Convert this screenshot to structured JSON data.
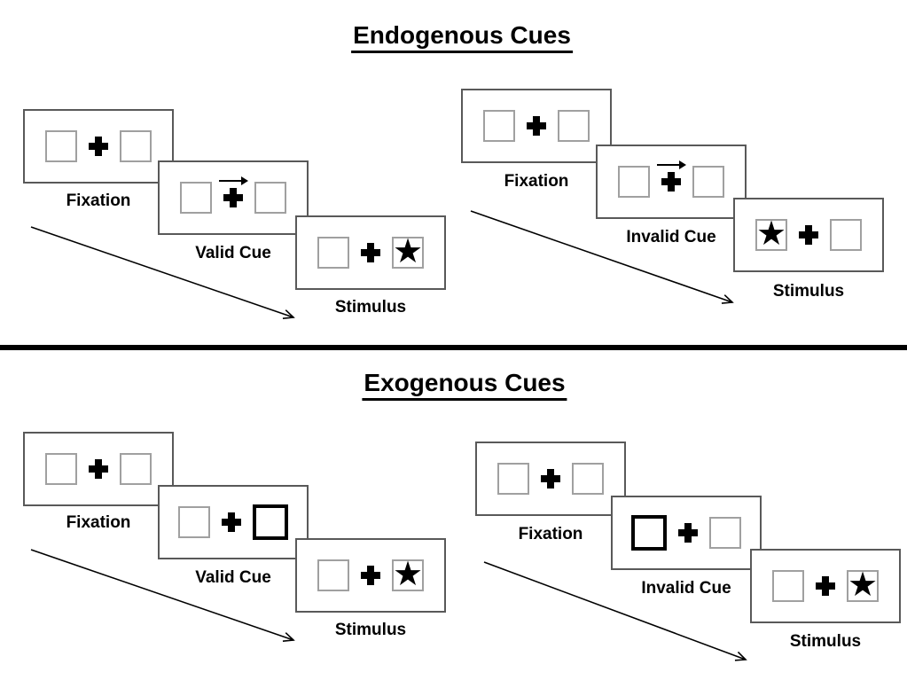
{
  "figure": {
    "background": "#ffffff",
    "colors": {
      "panel_border": "#595959",
      "box_border": "#a0a0a0",
      "cue_highlight_border": "#000000",
      "text": "#000000",
      "divider": "#000000"
    }
  },
  "icons": {
    "star": "★",
    "fixation_cross": "plus-cross",
    "cue_arrow_direction": "right"
  },
  "sections": [
    {
      "title": "Endogenous Cues",
      "groups": [
        {
          "name": "endogenous-valid-trial",
          "panels": [
            {
              "label": "Fixation"
            },
            {
              "label": "Valid Cue"
            },
            {
              "label": "Stimulus"
            }
          ]
        },
        {
          "name": "endogenous-invalid-trial",
          "panels": [
            {
              "label": "Fixation"
            },
            {
              "label": "Invalid Cue"
            },
            {
              "label": "Stimulus"
            }
          ]
        }
      ]
    },
    {
      "title": "Exogenous Cues",
      "groups": [
        {
          "name": "exogenous-valid-trial",
          "panels": [
            {
              "label": "Fixation"
            },
            {
              "label": "Valid Cue"
            },
            {
              "label": "Stimulus"
            }
          ]
        },
        {
          "name": "exogenous-invalid-trial",
          "panels": [
            {
              "label": "Fixation"
            },
            {
              "label": "Invalid Cue"
            },
            {
              "label": "Stimulus"
            }
          ]
        }
      ]
    }
  ]
}
